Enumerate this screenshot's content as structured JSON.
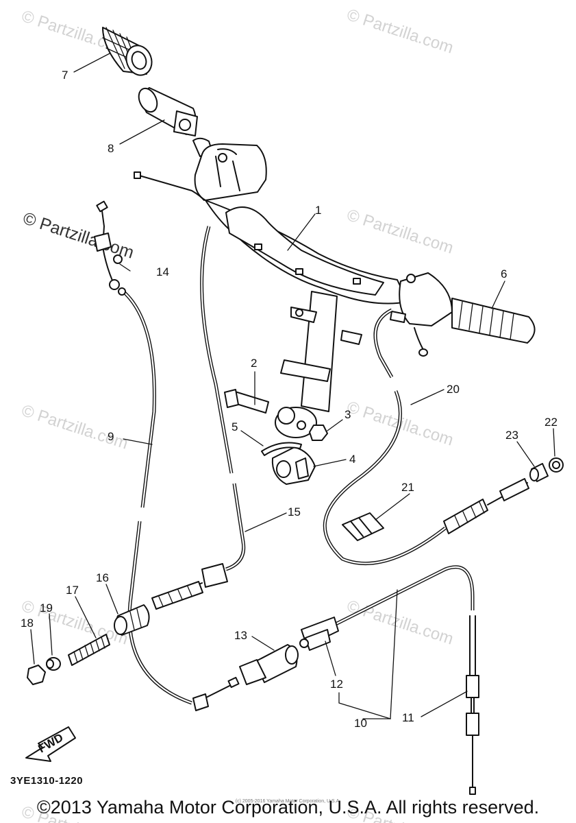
{
  "watermarks": {
    "main": "© Partzilla.com",
    "faint": "© Partzilla.com"
  },
  "callouts": [
    "1",
    "2",
    "3",
    "4",
    "5",
    "6",
    "7",
    "8",
    "9",
    "10",
    "11",
    "12",
    "13",
    "14",
    "15",
    "16",
    "17",
    "18",
    "19",
    "20",
    "21",
    "22",
    "23"
  ],
  "direction_label": "FWD",
  "reference_code": "3YE1310-1220",
  "copyright": "©2013 Yamaha Motor Corporation, U.S.A. All rights reserved.",
  "small_credit": "(c) 2005-2016 Yamaha Motor Corporation, U.S.A.",
  "colors": {
    "line": "#111111",
    "watermark": "#d2d2d2",
    "background": "#ffffff"
  }
}
